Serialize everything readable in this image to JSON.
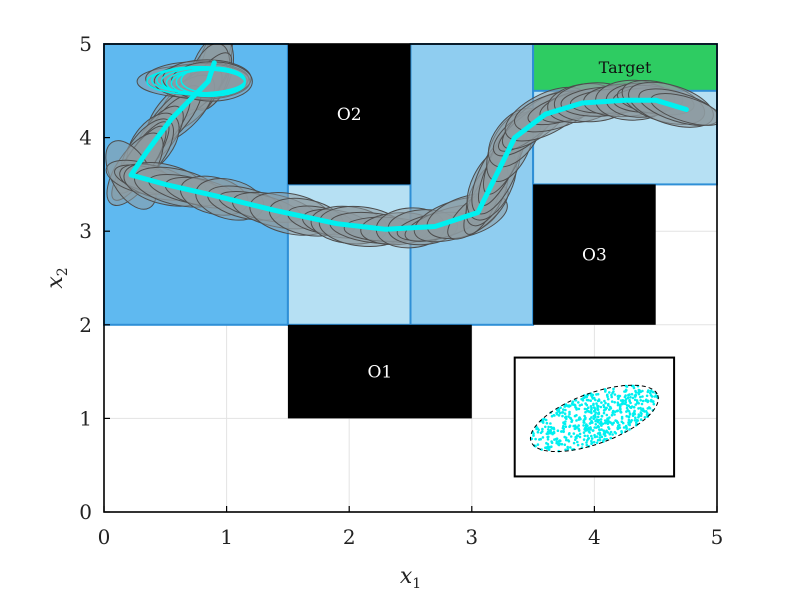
{
  "chart_data": {
    "type": "diagram",
    "xlim": [
      0,
      5
    ],
    "ylim": [
      0,
      5
    ],
    "xticks": [
      "0",
      "1",
      "2",
      "3",
      "4",
      "5"
    ],
    "yticks": [
      "0",
      "1",
      "2",
      "3",
      "4",
      "5"
    ],
    "xlabel": "x",
    "xlabel_sub": "1",
    "ylabel": "x",
    "ylabel_sub": "2",
    "grid": true,
    "regions": [
      {
        "x0": 0,
        "x1": 1.5,
        "y0": 2,
        "y1": 5,
        "color": "#5fb9f0"
      },
      {
        "x0": 1.5,
        "x1": 2.5,
        "y0": 2,
        "y1": 3.5,
        "color": "#b6e0f3"
      },
      {
        "x0": 2.5,
        "x1": 3.5,
        "y0": 2,
        "y1": 5,
        "color": "#8fcdf0"
      },
      {
        "x0": 3.5,
        "x1": 5,
        "y0": 3.5,
        "y1": 5,
        "color": "#b6e0f3"
      }
    ],
    "target": {
      "label": "Target",
      "x0": 3.5,
      "x1": 5,
      "y0": 4.5,
      "y1": 5,
      "color": "#2ecc62"
    },
    "obstacles": [
      {
        "label": "O1",
        "x0": 1.5,
        "x1": 3,
        "y0": 1,
        "y1": 2
      },
      {
        "label": "O2",
        "x0": 1.5,
        "x1": 2.5,
        "y0": 3.5,
        "y1": 5
      },
      {
        "label": "O3",
        "x0": 3.5,
        "x1": 4.5,
        "y0": 2,
        "y1": 3.5
      }
    ],
    "trajectory": [
      [
        0.9,
        4.8
      ],
      [
        0.85,
        4.6
      ],
      [
        0.55,
        4.2
      ],
      [
        0.35,
        3.85
      ],
      [
        0.22,
        3.6
      ],
      [
        0.5,
        3.5
      ],
      [
        0.9,
        3.38
      ],
      [
        1.4,
        3.22
      ],
      [
        1.9,
        3.08
      ],
      [
        2.3,
        3.02
      ],
      [
        2.7,
        3.05
      ],
      [
        3.05,
        3.2
      ],
      [
        3.2,
        3.6
      ],
      [
        3.35,
        4.0
      ],
      [
        3.6,
        4.25
      ],
      [
        3.9,
        4.37
      ],
      [
        4.25,
        4.4
      ],
      [
        4.5,
        4.4
      ],
      [
        4.75,
        4.3
      ]
    ],
    "start_cluster": {
      "cx": 0.8,
      "cy": 4.6,
      "rx": 0.45,
      "ry": 0.17
    },
    "inset": {
      "x0": 3.35,
      "x1": 4.65,
      "y0": 0.38,
      "y1": 1.65,
      "ellipse": {
        "cx": 4.0,
        "cy": 1.0,
        "rx": 0.55,
        "ry": 0.27,
        "angle": 0.35
      }
    },
    "colors": {
      "trajectory": "#00f0f0",
      "funnel_fill": "#8e9aa0",
      "funnel_stroke": "#4d4d4d",
      "obstacle": "#000000",
      "region_stroke": "#2f8fd6",
      "grid": "#e3e3e3"
    }
  }
}
